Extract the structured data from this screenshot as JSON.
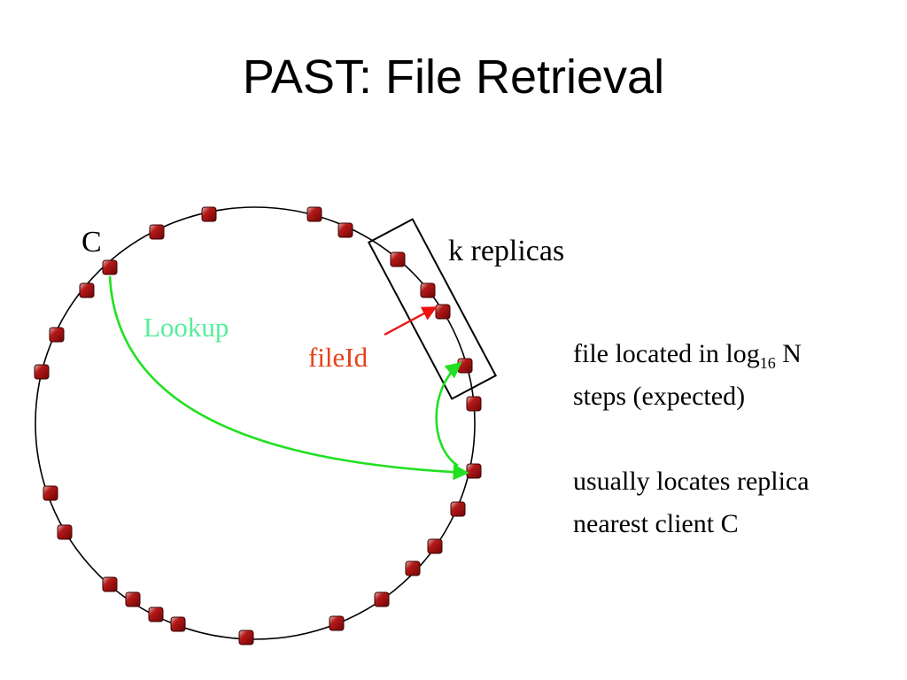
{
  "title": "PAST: File Retrieval",
  "diagram": {
    "client_label": "C",
    "replicas_label": "k replicas",
    "lookup_label": "Lookup",
    "fileid_label": "fileId",
    "colors": {
      "ring": "#000000",
      "node": "#a31010",
      "node_highlight": "#e0bcbc",
      "lookup": "#22e022",
      "lookup_text": "#55ee99",
      "fileid": "#e8401a",
      "fileid_arrow": "#ee1111"
    }
  },
  "captions": {
    "line1_pre": "file located in log",
    "line1_sub": "16",
    "line1_post": " N",
    "line2": "steps (expected)",
    "line3": "usually locates replica",
    "line4": "nearest client C"
  }
}
